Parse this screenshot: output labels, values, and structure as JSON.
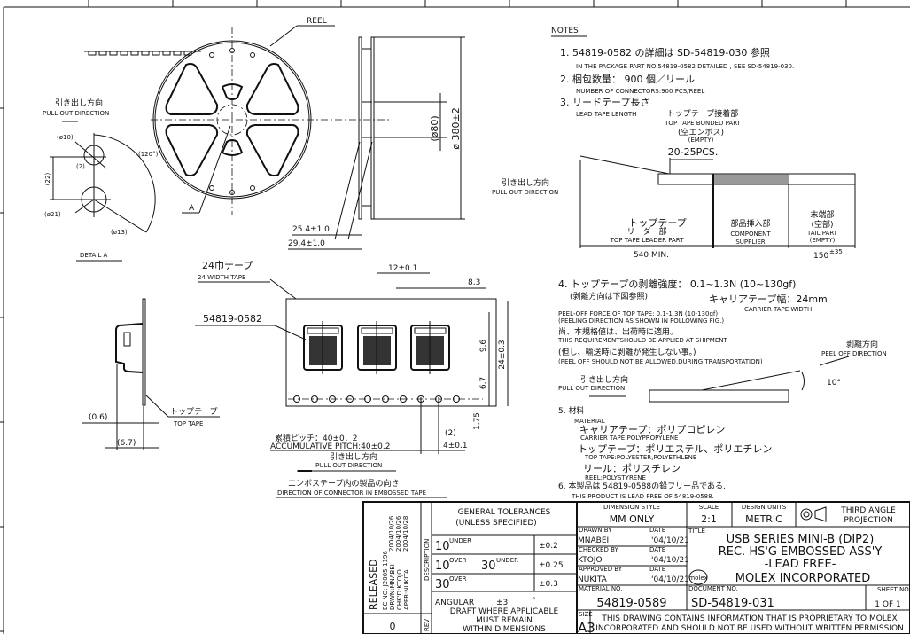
{
  "reel": {
    "label": "REEL",
    "detail_ref": "A",
    "dia_outer": "ø 380±2",
    "dia_hub": "(ø80)",
    "w1": "25.4±1.0",
    "w2": "29.4±1.0"
  },
  "detail_a": {
    "pull_jp": "引き出し方向",
    "pull_en": "PULL OUT DIRECTION",
    "d10": "(ø10)",
    "d22": "(22)",
    "d2": "(2)",
    "d21": "(ø21)",
    "d13": "(ø13)",
    "angle": "(120°)",
    "title": "DETAIL A"
  },
  "tape": {
    "width_jp": "24巾テープ",
    "width_en": "24 WIDTH TAPE",
    "part": "54819-0582",
    "pitch": "12±0.1",
    "d83": "8.3",
    "d96": "9.6",
    "d24": "24±0.3",
    "d67": "6.7",
    "d175": "1.75",
    "d2": "(2)",
    "d4": "4±0.1",
    "acc_jp": "累積ピッチ：40±0．2",
    "acc_en": "ACCUMULATIVE PITCH:40±0.2",
    "pull_jp": "引き出し方向",
    "pull_en": "PULL OUT DIRECTION",
    "dir_jp": "エンボステープ内の製品の向き",
    "dir_en": "DIRECTION OF CONNECTOR IN EMBOSSED TAPE"
  },
  "side": {
    "d06": "(0.6)",
    "d67": "(6.7)",
    "top_jp": "トップテープ",
    "top_en": "TOP TAPE"
  },
  "notes": {
    "title": "NOTES",
    "n1_jp": "1. 54819-0582 の詳細は SD-54819-030 参照",
    "n1_en": "IN THE PACKAGE PART NO.54819-0582 DETAILED , SEE SD-54819-030.",
    "n2_jp": "2. 梱包数量： 900 個／リール",
    "n2_en": "NUMBER OF CONNECTORS:900 PCS/REEL",
    "n3_jp": "3. リードテープ長さ",
    "n3_en": "LEAD TAPE LENGTH",
    "bond_jp": "トップテープ接着部",
    "bond_en": "TOP TAPE BONDED PART",
    "empty_jp": "(空エンボス)",
    "empty_en": "(EMPTY)",
    "pcs": "20-25PCS.",
    "pull_jp": "引き出し方向",
    "pull_en": "PULL OUT DIRECTION",
    "leader_jp1": "トップテープ",
    "leader_jp2": "リーダー部",
    "leader_en": "TOP TAPE LEADER PART",
    "leader_len": "540 MIN.",
    "comp_jp": "部品挿入部",
    "comp_en1": "COMPONENT",
    "comp_en2": "SUPPLIER",
    "tail_jp1": "末端部",
    "tail_jp2": "(空部)",
    "tail_en1": "TAIL PART",
    "tail_en2": "(EMPTY)",
    "tail_len": "150",
    "tail_tol": "±35",
    "n4_jp": "4. トップテープの剥離強度： 0.1~1.3N (10~130gf)",
    "n4_jp2": "(剥離方向は下図参照)",
    "carrier_jp": "キャリアテープ幅：24mm",
    "carrier_en": "CARRIER TAPE WIDTH",
    "n4_en1": "PEEL-OFF FORCE OF TOP TAPE: 0.1-1.3N (10-130gf)",
    "n4_en2": "(PEELING DIRECTION AS SHOWN IN FOLLOWING FIG.)",
    "n4_jp3": "尚、本規格値は、出荷時に適用。",
    "n4_en3": "THIS REQUIREMENTSHOULD BE APPLIED AT SHIPMENT",
    "n4_jp4": "(但し、輸送時に剥離が発生しない事。)",
    "n4_en4": "(PEEL OFF SHOULD NOT BE ALLOWED,DURING TRANSPORTATION)",
    "peel_jp": "剥離方向",
    "peel_en": "PEEL OFF DIRECTION",
    "angle": "10°",
    "pull2_jp": "引き出し方向",
    "pull2_en": "PULL OUT DIRECTION",
    "n5_jp": "5. 材料",
    "n5_en": "MATERIAL",
    "m1_jp": "キャリアテープ：ポリプロピレン",
    "m1_en": "CARRIER TAPE:POLYPROPYLENE",
    "m2_jp": "トップテープ：ポリエステル、ポリエチレン",
    "m2_en": "TOP TAPE:POLYESTER,POLYETHLENE",
    "m3_jp": "リール：ポリスチレン",
    "m3_en": "REEL:POLYSTYRENE",
    "n6_jp": "6. 本製品は 54819-0588の鉛フリー品である.",
    "n6_en": "THIS PRODUCT IS LEAD FREE OF 54819-0588."
  },
  "title_block": {
    "rev_lines": [
      "RELEASED",
      "EC NO: J2005-1196",
      "DRWN:MNABEI",
      "CHK'D:KTOJO",
      "APPR:NUKITA"
    ],
    "rev_dates": [
      "2004/10/26",
      "2004/10/26",
      "2004/10/28"
    ],
    "rev": "0",
    "rev_label": "REV",
    "description_label": "DESCRIPTION",
    "gt1": "GENERAL TOLERANCES",
    "gt2": "(UNLESS SPECIFIED)",
    "tol": [
      {
        "a": "10",
        "a_sup": "UNDER",
        "b": "",
        "b_sup": "",
        "v": "±0.2"
      },
      {
        "a": "10",
        "a_sup": "OVER",
        "b": "30",
        "b_sup": "UNDER",
        "v": "±0.25"
      },
      {
        "a": "30",
        "a_sup": "OVER",
        "b": "",
        "b_sup": "",
        "v": "±0.3"
      }
    ],
    "angular": "ANGULAR",
    "angular_v": "±3",
    "angular_u": "°",
    "draft1": "DRAFT WHERE APPLICABLE",
    "draft2": "MUST REMAIN",
    "draft3": "WITHIN DIMENSIONS",
    "dim_style_label": "DIMENSION STYLE",
    "dim_style": "MM ONLY",
    "scale_label": "SCALE",
    "scale": "2:1",
    "units_label": "DESIGN UNITS",
    "units": "METRIC",
    "projection1": "THIRD ANGLE",
    "projection2": "PROJECTION",
    "drawn_label": "DRAWN BY",
    "drawn": "MNABEI",
    "checked_label": "CHECKED BY",
    "checked": "KTOJO",
    "approved_label": "APPROVED BY",
    "approved": "NUKITA",
    "date_label": "DATE",
    "date": "'04/10/21",
    "title_label": "TITLE",
    "title1": "USB SERIES MINI-B (DIP2)",
    "title2": "REC. HS'G EMBOSSED ASS'Y",
    "title3": "-LEAD FREE-",
    "logo": "molex",
    "company": "MOLEX INCORPORATED",
    "material_label": "MATERIAL NO.",
    "material": "54819-0589",
    "doc_label": "DOCUMENT NO.",
    "doc": "SD-54819-031",
    "sheet_label": "SHEET NO.",
    "sheet": "1 OF 1",
    "size_label": "SIZE",
    "size": "A3",
    "prop1": "THIS DRAWING CONTAINS INFORMATION THAT IS PROPRIETARY TO MOLEX",
    "prop2": "INCORPORATED AND SHOULD NOT BE USED WITHOUT WRITTEN PERMISSION"
  }
}
